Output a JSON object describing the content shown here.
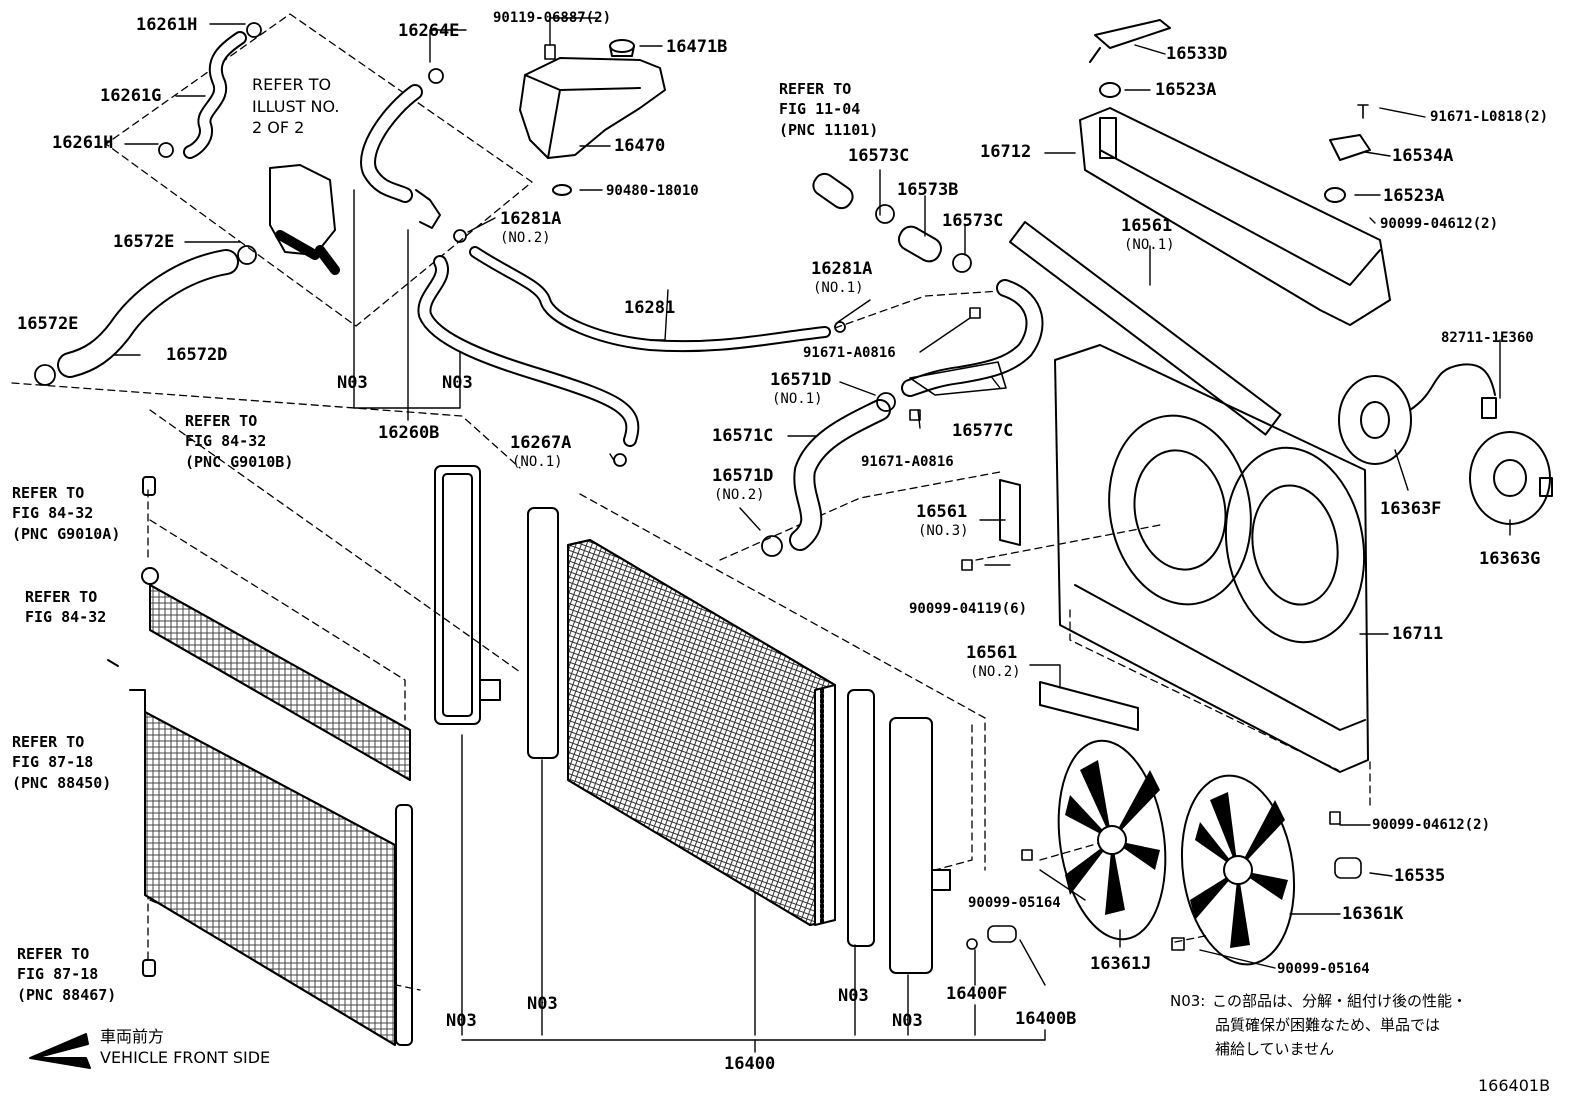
{
  "diagram_id": "166401B",
  "vehicle_front": {
    "jp": "車両前方",
    "en": "VEHICLE FRONT SIDE"
  },
  "note": {
    "code": "N03:",
    "lines": [
      "この部品は、分解・組付け後の性能・",
      "品質確保が困難なため、単品では",
      "補給していません"
    ]
  },
  "n03_label": "N03",
  "refer": {
    "illust": "REFER TO\nILLUST NO.\n2 OF 2",
    "fig_11_04": "REFER TO\nFIG 11-04\n(PNC 11101)",
    "fig_84_32_b": "REFER TO\nFIG 84-32\n(PNC G9010B)",
    "fig_84_32_a": "REFER TO\nFIG 84-32\n(PNC G9010A)",
    "fig_84_32": "REFER TO\nFIG 84-32",
    "fig_87_18_a": "REFER TO\nFIG 87-18\n(PNC 88450)",
    "fig_87_18_b": "REFER TO\nFIG 87-18\n(PNC 88467)"
  },
  "parts": {
    "p16261H_a": "16261H",
    "p16261G": "16261G",
    "p16261H_b": "16261H",
    "p16264E": "16264E",
    "p90119": "90119-06887(2)",
    "p16471B": "16471B",
    "p16470": "16470",
    "p90480": "90480-18010",
    "p16281A": "16281A",
    "p16281A_sub": "(NO.2)",
    "p16572E_a": "16572E",
    "p16572E_b": "16572E",
    "p16572D": "16572D",
    "p16260B": "16260B",
    "p16281": "16281",
    "p16281A1": "16281A",
    "p16281A1_sub": "(NO.1)",
    "p16573C_a": "16573C",
    "p16573B": "16573B",
    "p16573C_b": "16573C",
    "p91671A_a": "91671-A0816",
    "p91671A_b": "91671-A0816",
    "p16571D_a": "16571D",
    "p16571D_a_sub": "(NO.1)",
    "p16571C": "16571C",
    "p16571D_b": "16571D",
    "p16571D_b_sub": "(NO.2)",
    "p16577C": "16577C",
    "p16267A": "16267A",
    "p16267A_sub": "(NO.1)",
    "p16533D": "16533D",
    "p16523A_a": "16523A",
    "p16712": "16712",
    "p91671L": "91671-L0818(2)",
    "p16534A": "16534A",
    "p16523A_b": "16523A",
    "p90099_04612_a": "90099-04612(2)",
    "p16561_1": "16561",
    "p16561_1_sub": "(NO.1)",
    "p82711": "82711-1E360",
    "p16363F": "16363F",
    "p16363G": "16363G",
    "p16561_3": "16561",
    "p16561_3_sub": "(NO.3)",
    "p90099_04119": "90099-04119(6)",
    "p16711": "16711",
    "p16561_2": "16561",
    "p16561_2_sub": "(NO.2)",
    "p90099_04612_b": "90099-04612(2)",
    "p16535": "16535",
    "p90099_05164_a": "90099-05164",
    "p16361K": "16361K",
    "p16361J": "16361J",
    "p90099_05164_b": "90099-05164",
    "p16400F": "16400F",
    "p16400B": "16400B",
    "p16400": "16400"
  }
}
